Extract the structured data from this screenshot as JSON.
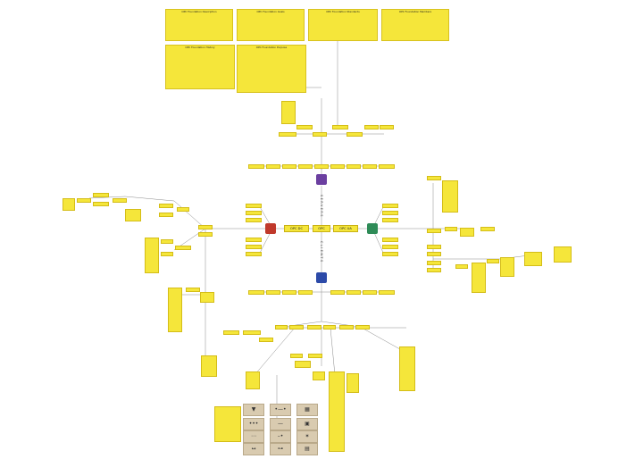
{
  "hub": {
    "left_label": "OPC DC",
    "center_label": "OPC",
    "right_label": "OPC UA",
    "top_vertical": "SERVERS",
    "bottom_vertical": "CLIENTS"
  },
  "top_notes": [
    {
      "title": "OPC Foundation Description"
    },
    {
      "title": "OPC Foundation Goals"
    },
    {
      "title": "OPC Foundation Standards"
    },
    {
      "title": "OPC Foundation Members"
    },
    {
      "title": "OPC Foundation History"
    },
    {
      "title": "OPC Foundation Purpose"
    }
  ]
}
